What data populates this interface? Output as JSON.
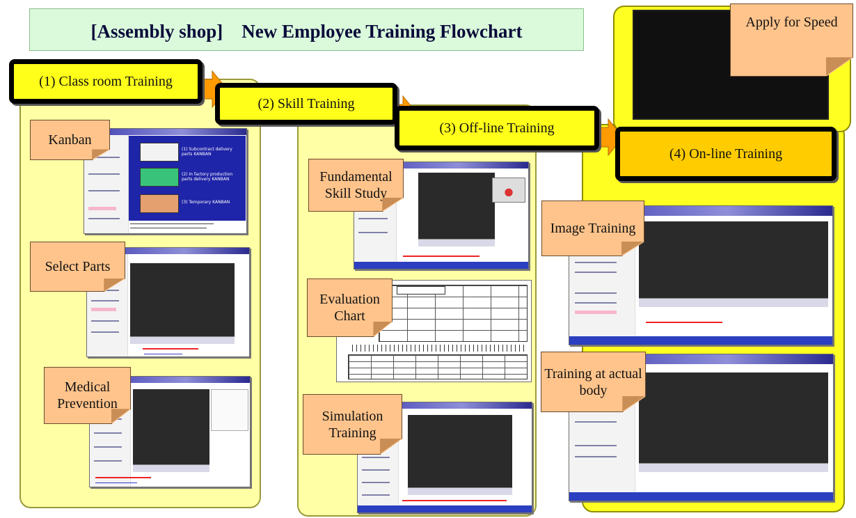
{
  "title": "[Assembly shop]　New Employee Training Flowchart",
  "stages": [
    {
      "label": "(1) Class room Training"
    },
    {
      "label": "(2) Skill Training"
    },
    {
      "label": "(3) Off-line Training"
    },
    {
      "label": "(4) On-line Training"
    }
  ],
  "callouts": {
    "kanban": "Kanban",
    "select_parts": "Select Parts",
    "medical_prevention": "Medical Prevention",
    "fundamental_skill": "Fundamental Skill Study",
    "evaluation_chart": "Evaluation Chart",
    "simulation_training": "Simulation Training",
    "image_training": "Image Training",
    "training_actual_body": "Training at actual body",
    "apply_for_speed": "Apply for Speed"
  },
  "kanban_panel": {
    "items": [
      "(1) Subcontract delivery parts KANBAN",
      "(2) In factory production parts delivery KANBAN",
      "(3) Temporary KANBAN"
    ],
    "panel_color": "#1f25a8"
  },
  "colors": {
    "title_bg": "#dafadb",
    "panel_light": "#ffffa6",
    "panel_bright": "#ffff22",
    "stage_box": "#ffff1a",
    "stage_box_gold": "#ffcc00",
    "callout": "#ffc48c",
    "arrow": "#ff9a00"
  }
}
